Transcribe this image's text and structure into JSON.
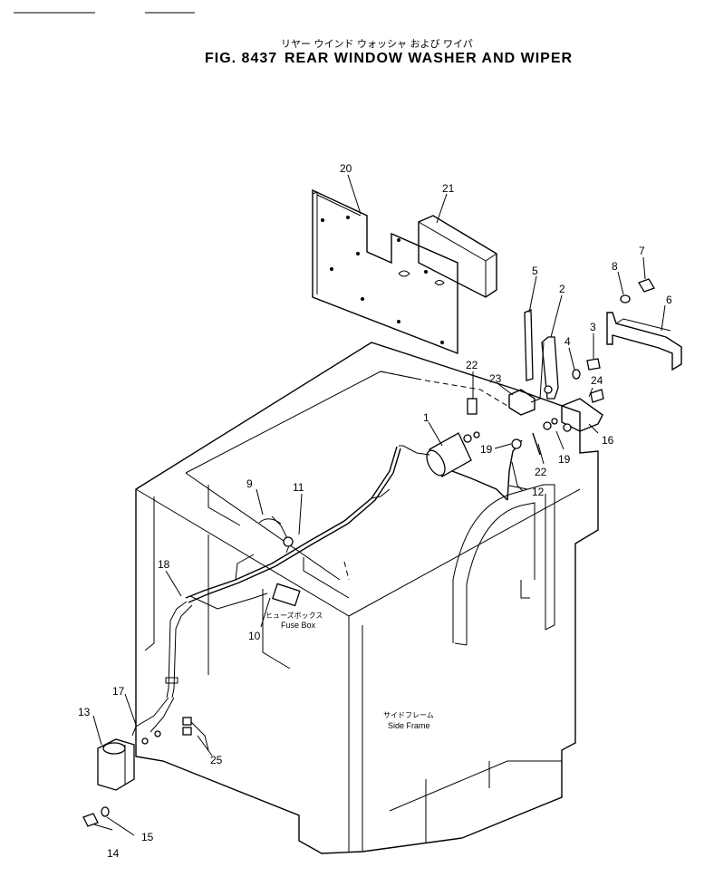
{
  "title": {
    "japanese": "リヤー ウインド ウォッシャ および ワイパ",
    "figure": "FIG. 8437",
    "english": "REAR WINDOW WASHER AND WIPER"
  },
  "labels": {
    "fuse_box_jp": "ヒューズボックス",
    "fuse_box_en": "Fuse Box",
    "side_frame_jp": "サイドフレーム",
    "side_frame_en": "Side Frame"
  },
  "callouts": [
    "1",
    "2",
    "3",
    "4",
    "5",
    "6",
    "7",
    "8",
    "9",
    "10",
    "11",
    "12",
    "13",
    "14",
    "15",
    "16",
    "17",
    "18",
    "19",
    "19",
    "20",
    "21",
    "22",
    "22",
    "23",
    "24",
    "25"
  ]
}
